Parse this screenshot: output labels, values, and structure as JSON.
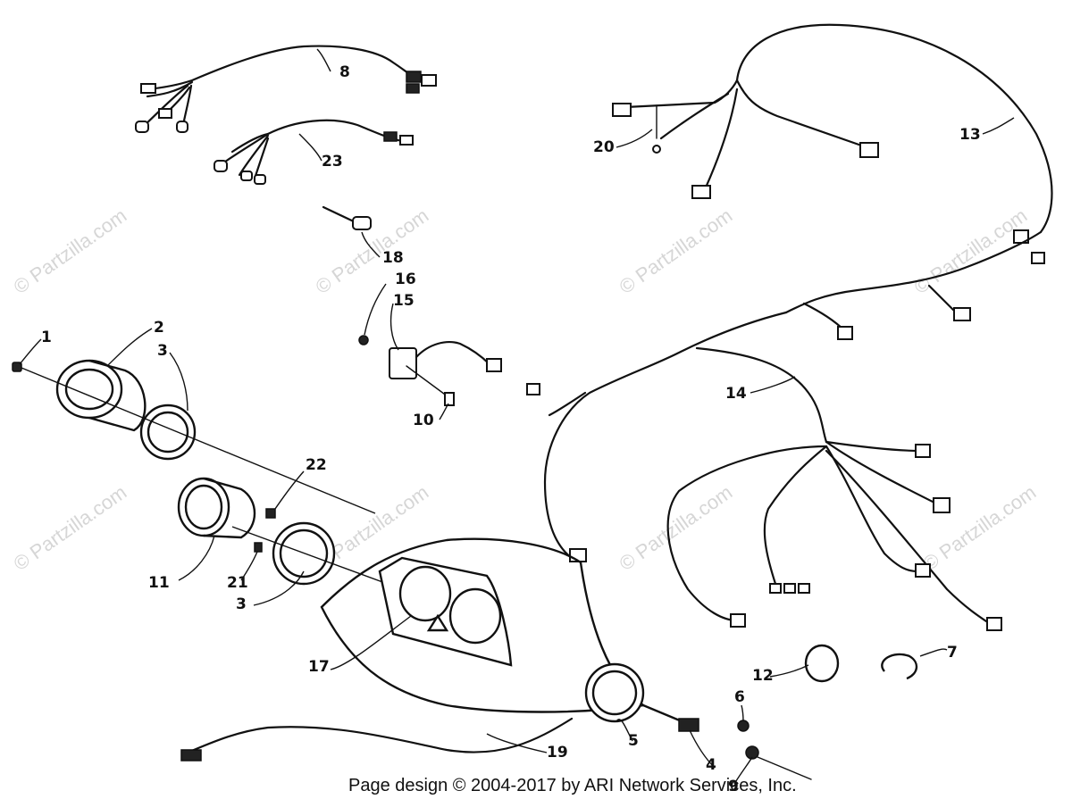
{
  "watermark": "© Partzilla.com",
  "footer": "Page design © 2004-2017 by ARI Network Services, Inc.",
  "callouts": [
    {
      "id": "c1",
      "label": "1"
    },
    {
      "id": "c2",
      "label": "2"
    },
    {
      "id": "c3a",
      "label": "3"
    },
    {
      "id": "c3b",
      "label": "3"
    },
    {
      "id": "c4",
      "label": "4"
    },
    {
      "id": "c5",
      "label": "5"
    },
    {
      "id": "c6",
      "label": "6"
    },
    {
      "id": "c7",
      "label": "7"
    },
    {
      "id": "c8",
      "label": "8"
    },
    {
      "id": "c9",
      "label": "9"
    },
    {
      "id": "c10",
      "label": "10"
    },
    {
      "id": "c11",
      "label": "11"
    },
    {
      "id": "c12",
      "label": "12"
    },
    {
      "id": "c13",
      "label": "13"
    },
    {
      "id": "c14",
      "label": "14"
    },
    {
      "id": "c15",
      "label": "15"
    },
    {
      "id": "c16",
      "label": "16"
    },
    {
      "id": "c17",
      "label": "17"
    },
    {
      "id": "c18",
      "label": "18"
    },
    {
      "id": "c19",
      "label": "19"
    },
    {
      "id": "c20",
      "label": "20"
    },
    {
      "id": "c21",
      "label": "21"
    },
    {
      "id": "c22",
      "label": "22"
    },
    {
      "id": "c23",
      "label": "23"
    }
  ]
}
